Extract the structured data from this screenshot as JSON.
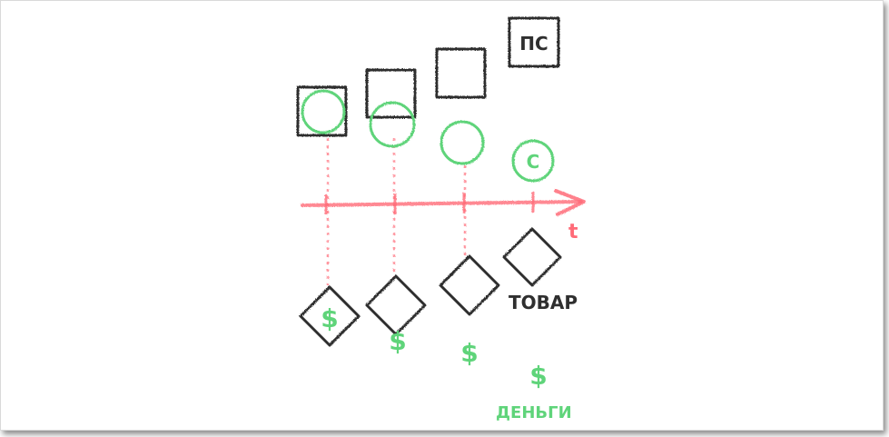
{
  "labels": {
    "ps": "ПС",
    "s": "С",
    "t": "t",
    "tovar": "ТОВАР",
    "dengi": "ДЕНЬГИ",
    "dollar": "$"
  },
  "colors": {
    "ink": "#2f2f2f",
    "green": "#5fd47a",
    "red": "#ff6b78"
  }
}
